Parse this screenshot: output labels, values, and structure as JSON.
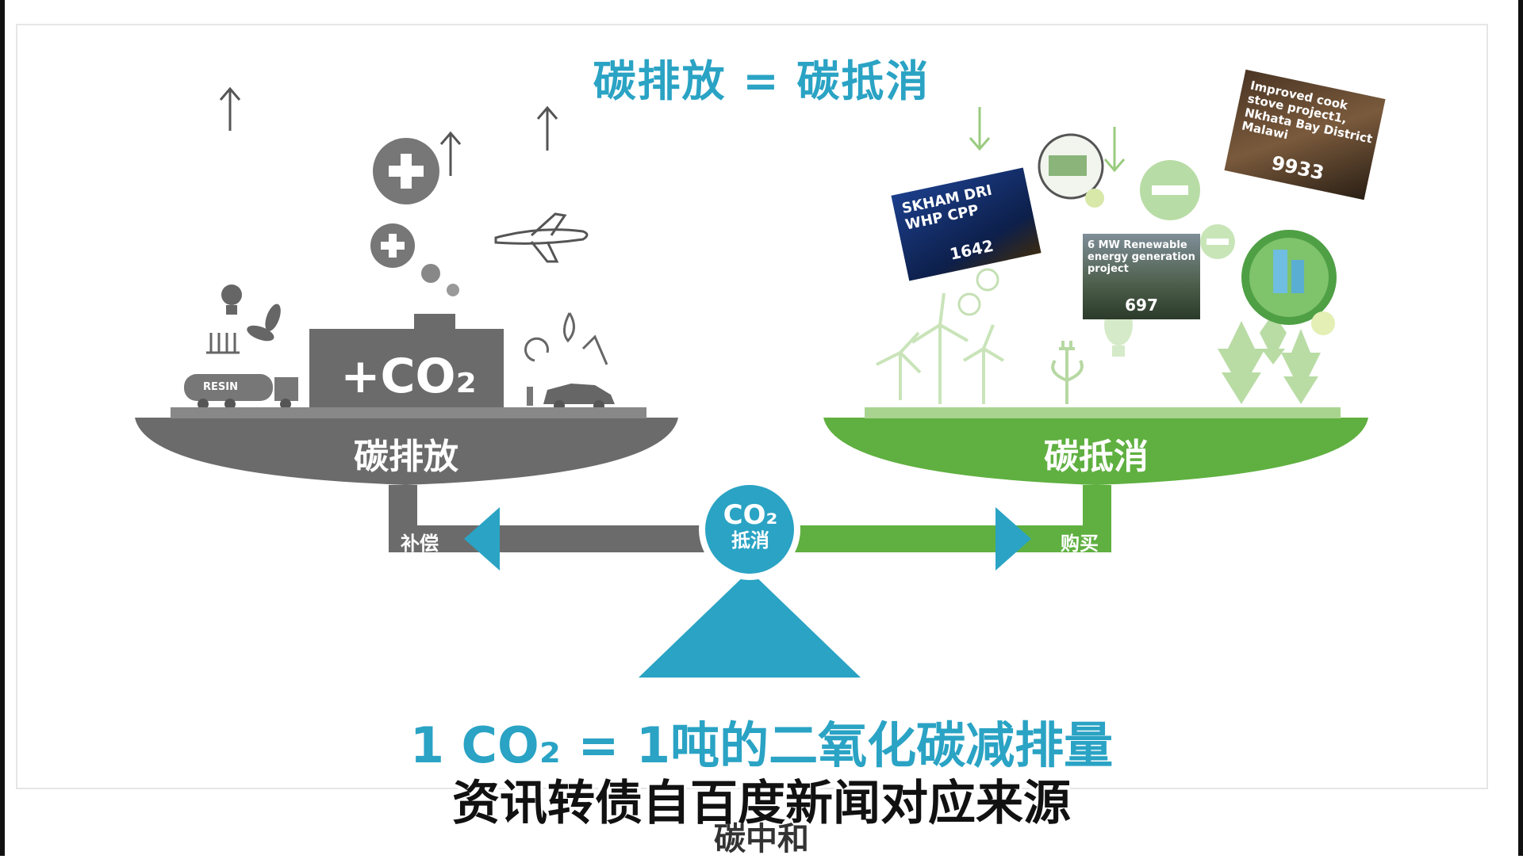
{
  "title": "碳排放 = 碳抵消",
  "left_pan": {
    "label": "碳排放",
    "box_text": "+CO₂",
    "truck_text": "RESIN",
    "side_label": "补偿"
  },
  "right_pan": {
    "label": "碳抵消",
    "side_label": "购买"
  },
  "center": {
    "line1": "CO₂",
    "line2": "抵消"
  },
  "equation": "1 CO₂ = 1吨的二氧化碳减排量",
  "cards": [
    {
      "text": "SKHAM DRI WHP CPP",
      "value": "1642"
    },
    {
      "text": "6 MW Renewable energy generation project",
      "value": "697"
    },
    {
      "text": "Improved cook stove project1, Nkhata Bay District Malawi",
      "value": "9933"
    }
  ],
  "subtitle": "资讯转债自百度新闻对应来源",
  "bottom_text": "碳中和",
  "colors": {
    "accent": "#2aa3c4",
    "emission": "#6b6b6b",
    "offset": "#5fb040"
  }
}
